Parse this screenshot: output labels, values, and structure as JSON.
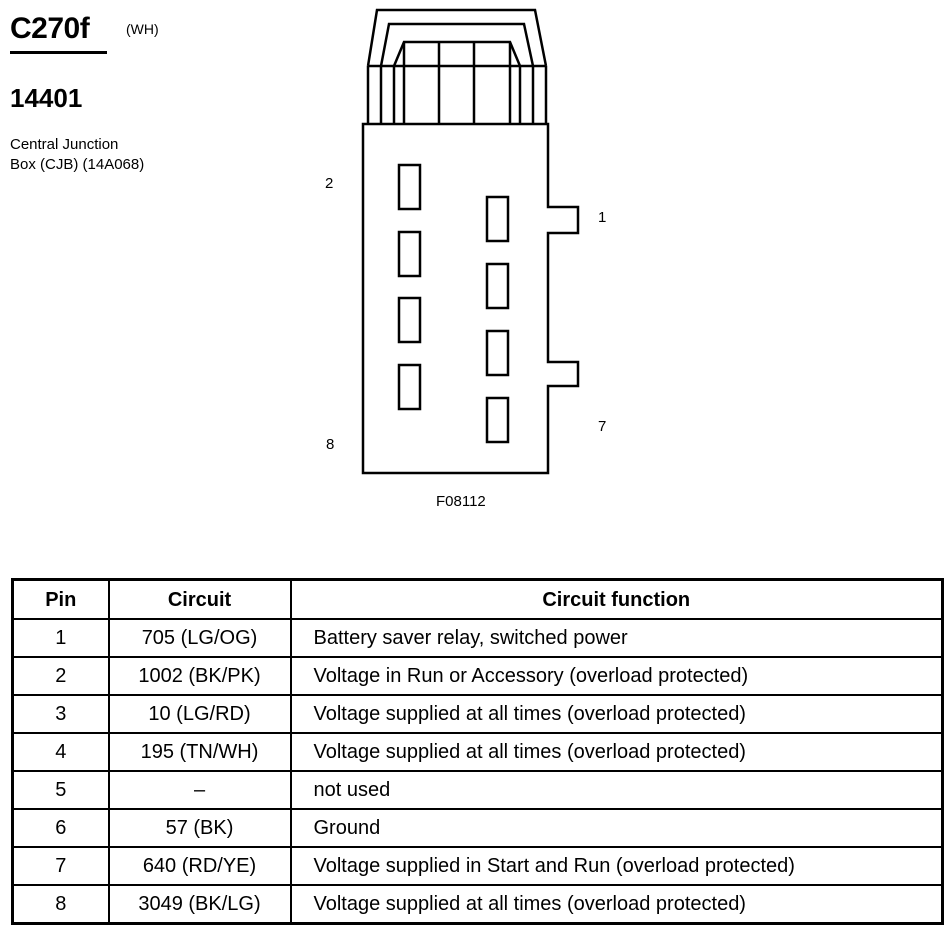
{
  "header": {
    "connector_id": "C270f",
    "color_code": "(WH)",
    "part_number": "14401",
    "description_lines": [
      "Central Junction",
      "Box (CJB) (14A068)"
    ]
  },
  "diagram": {
    "figure_id": "F08112",
    "pin_labels": {
      "pin_1": "1",
      "pin_2": "2",
      "pin_7": "7",
      "pin_8": "8"
    }
  },
  "table": {
    "headers": {
      "pin": "Pin",
      "circuit": "Circuit",
      "function": "Circuit function"
    },
    "rows": [
      {
        "pin": "1",
        "circuit": "705 (LG/OG)",
        "function": "Battery saver relay, switched power"
      },
      {
        "pin": "2",
        "circuit": "1002 (BK/PK)",
        "function": "Voltage in Run or Accessory (overload protected)"
      },
      {
        "pin": "3",
        "circuit": "10 (LG/RD)",
        "function": "Voltage supplied at all times (overload protected)"
      },
      {
        "pin": "4",
        "circuit": "195 (TN/WH)",
        "function": "Voltage supplied at all times (overload protected)"
      },
      {
        "pin": "5",
        "circuit": "–",
        "function": "not used"
      },
      {
        "pin": "6",
        "circuit": "57 (BK)",
        "function": "Ground"
      },
      {
        "pin": "7",
        "circuit": "640 (RD/YE)",
        "function": "Voltage supplied in Start and Run (overload protected)"
      },
      {
        "pin": "8",
        "circuit": "3049 (BK/LG)",
        "function": "Voltage supplied at all times (overload protected)"
      }
    ]
  }
}
